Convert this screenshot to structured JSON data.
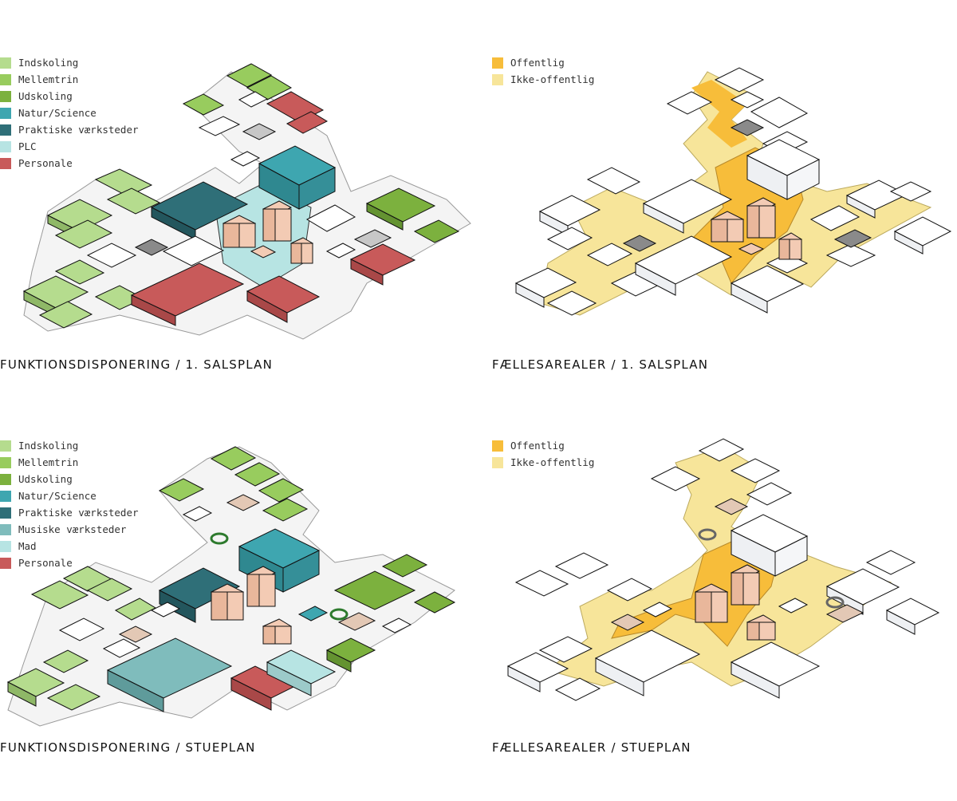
{
  "panels": [
    {
      "caption": "FUNKTIONSDISPONERING / 1. SALSPLAN",
      "legend": [
        {
          "label": "Indskoling",
          "color": "#b5dc8e"
        },
        {
          "label": "Mellemtrin",
          "color": "#98cc5e"
        },
        {
          "label": "Udskoling",
          "color": "#7cb13e"
        },
        {
          "label": "Natur/Science",
          "color": "#3ea6b0"
        },
        {
          "label": "Praktiske værksteder",
          "color": "#2f6f78"
        },
        {
          "label": "PLC",
          "color": "#b7e4e3"
        },
        {
          "label": "Personale",
          "color": "#c85a5a"
        }
      ]
    },
    {
      "caption": "FÆLLESAREALER / 1. SALSPLAN",
      "legend": [
        {
          "label": "Offentlig",
          "color": "#f7bd3a"
        },
        {
          "label": "Ikke-offentlig",
          "color": "#f7e59a"
        }
      ]
    },
    {
      "caption": "FUNKTIONSDISPONERING / STUEPLAN",
      "legend": [
        {
          "label": "Indskoling",
          "color": "#b5dc8e"
        },
        {
          "label": "Mellemtrin",
          "color": "#98cc5e"
        },
        {
          "label": "Udskoling",
          "color": "#7cb13e"
        },
        {
          "label": "Natur/Science",
          "color": "#3ea6b0"
        },
        {
          "label": "Praktiske værksteder",
          "color": "#2f6f78"
        },
        {
          "label": "Musiske værksteder",
          "color": "#7fbcbc"
        },
        {
          "label": "Mad",
          "color": "#b7e4e3"
        },
        {
          "label": "Personale",
          "color": "#c85a5a"
        }
      ]
    },
    {
      "caption": "FÆLLESAREALER / STUEPLAN",
      "legend": [
        {
          "label": "Offentlig",
          "color": "#f7bd3a"
        },
        {
          "label": "Ikke-offentlig",
          "color": "#f7e59a"
        }
      ]
    }
  ],
  "colors": {
    "block_white": "#ffffff",
    "block_side": "#e6e9ee",
    "shadow": "#4f6f9e",
    "outline": "#111111",
    "tower": "#f3cbb4"
  }
}
